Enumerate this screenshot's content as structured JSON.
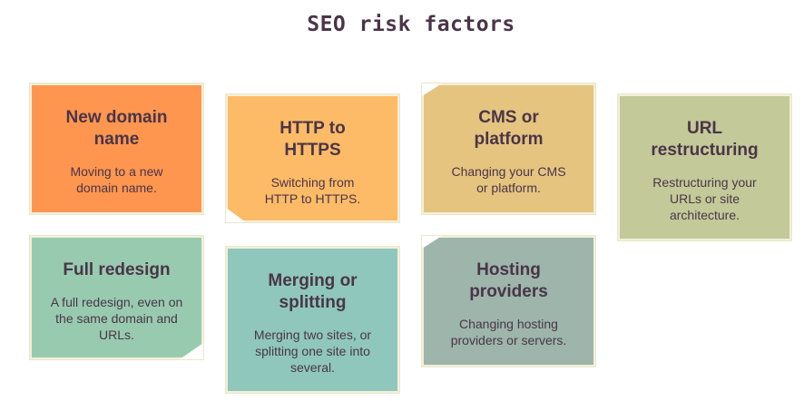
{
  "title": "SEO risk factors",
  "colors": {
    "title_text": "#4a3548",
    "note_text": "#4a3548",
    "note_border": "#f3efd9"
  },
  "notes": [
    {
      "title": "New domain name",
      "description": "Moving to a new domain name.",
      "color": "#fe9650"
    },
    {
      "title": "HTTP to HTTPS",
      "description": "Switching from HTTP to HTTPS.",
      "color": "#fdbb68"
    },
    {
      "title": "CMS or platform",
      "description": "Changing your CMS or platform.",
      "color": "#e5c47f"
    },
    {
      "title": "URL restructuring",
      "description": "Restructuring your URLs or site architecture.",
      "color": "#c3c998"
    },
    {
      "title": "Full redesign",
      "description": "A full redesign, even on the same domain and URLs.",
      "color": "#98cab0"
    },
    {
      "title": "Merging or splitting",
      "description": "Merging two sites, or splitting one site into several.",
      "color": "#8fc7bc"
    },
    {
      "title": "Hosting providers",
      "description": "Changing hosting providers or servers.",
      "color": "#9db5aa"
    }
  ]
}
